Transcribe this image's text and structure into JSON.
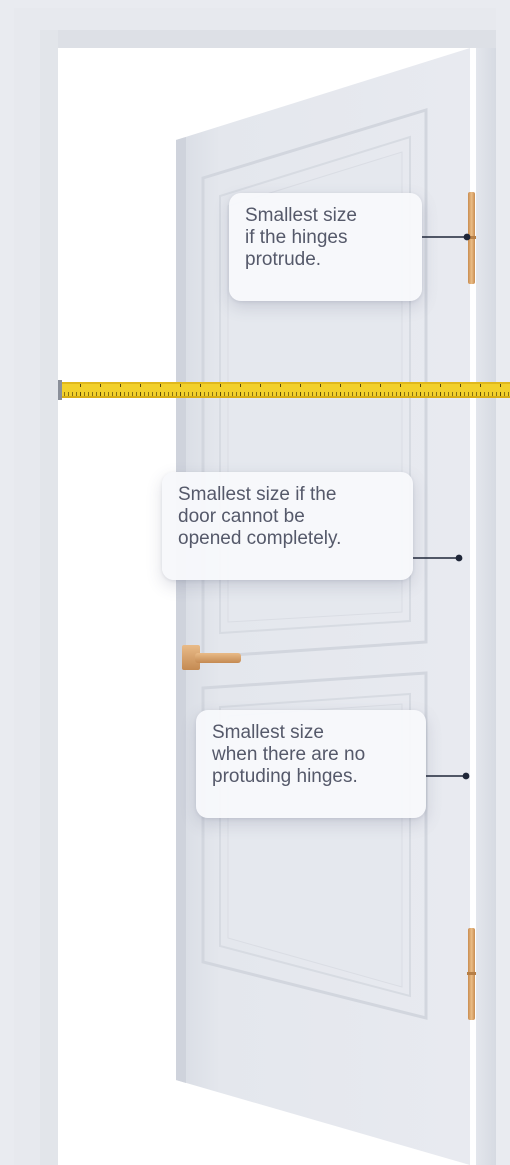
{
  "colors": {
    "wall": "#e9ebf0",
    "frame": "#dfe2e8",
    "door": "#e2e5ec",
    "door_panel_stroke": "#d3d7df",
    "tape": "#f2d02b",
    "hinge": "#d9a266",
    "handle": "#d6a26b",
    "callout_bg": "#f7f8fb",
    "callout_text": "#55596a",
    "leader": "#1f2638"
  },
  "callouts": [
    {
      "text": "Smallest size\nif the hinges\nprotrude."
    },
    {
      "text": "Smallest size if the\ndoor cannot be\nopened completely."
    },
    {
      "text": "Smallest size\nwhen there are no\nprotuding hinges."
    }
  ],
  "icons": {
    "tape": "measuring-tape",
    "hinge": "door-hinge",
    "handle": "door-handle"
  }
}
